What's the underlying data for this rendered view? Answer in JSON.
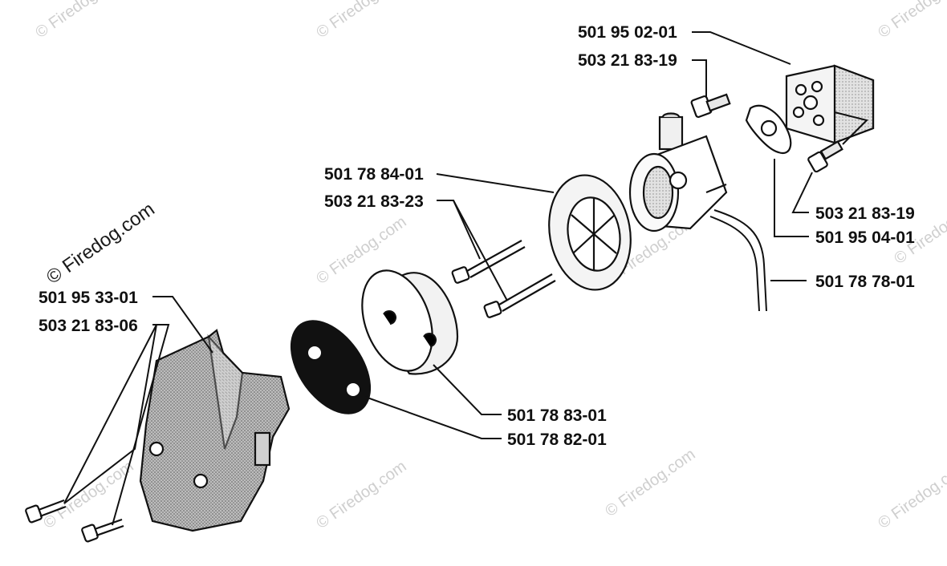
{
  "watermark": {
    "text": "© Firedog.com",
    "color": "#cfcfcf"
  },
  "part_numbers": {
    "insulator_block": "501 95 02-01",
    "block_screw": "503 21 83-19",
    "filter_cover": "501 78 84-01",
    "long_screws": "503 21 83-23",
    "lower_screw": "503 21 83-19",
    "flange_gasket": "501 95 04-01",
    "fuel_line": "501 78 78-01",
    "air_filter_housing": "501 95 33-01",
    "housing_screws": "503 21 83-06",
    "filter_element": "501 78 83-01",
    "filter_gasket": "501 78 82-01"
  }
}
